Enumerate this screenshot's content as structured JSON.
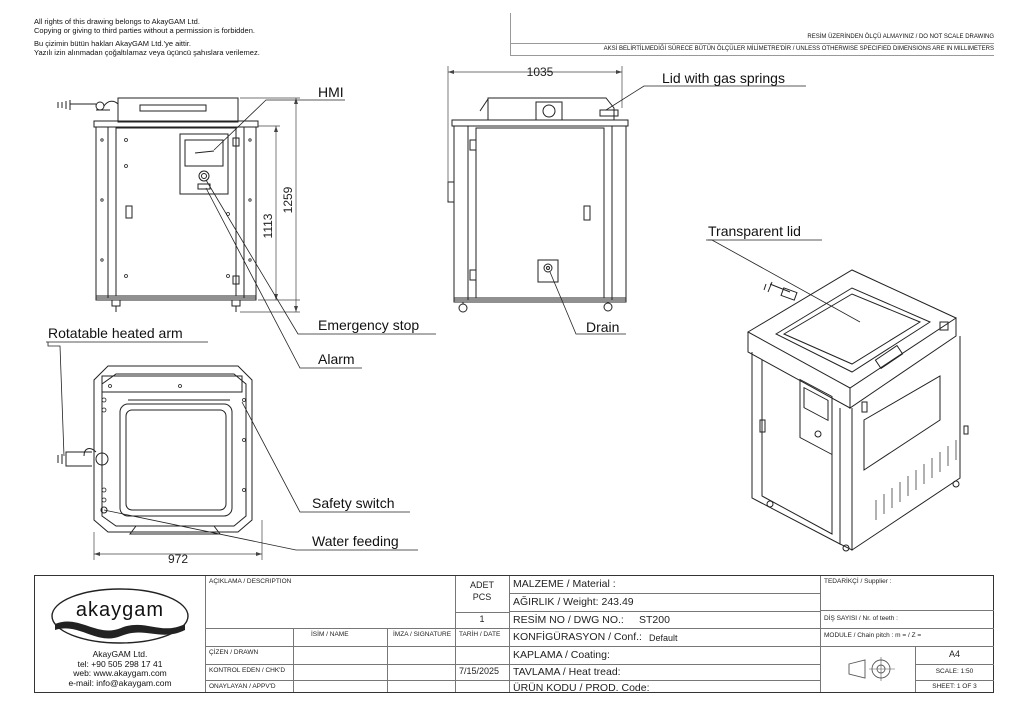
{
  "notices": {
    "en_1": "All rights of this drawing belongs to AkayGAM Ltd.",
    "en_2": "Copying or giving to third parties without a permission is forbidden.",
    "tr_1": "Bu çizimin bütün hakları AkayGAM Ltd.'ye aittir.",
    "tr_2": "Yazılı izin alınmadan çoğaltılamaz veya üçüncü şahıslara verilemez."
  },
  "header_right": {
    "scale_note": "RESİM ÜZERİNDEN ÖLÇÜ ALMAYINIZ / DO NOT SCALE DRAWING",
    "units_note": "AKSİ BELİRTİLMEDİĞİ SÜRECE BÜTÜN ÖLÇÜLER MİLİMETRE'DİR / UNLESS OTHERWISE SPECIFIED DIMENSIONS ARE IN MILLIMETERS"
  },
  "callouts": {
    "hmi": "HMI",
    "emergency_stop": "Emergency stop",
    "alarm": "Alarm",
    "lid_gas_springs": "Lid with gas springs",
    "drain": "Drain",
    "transparent_lid": "Transparent lid",
    "rotatable_arm": "Rotatable heated arm",
    "safety_switch": "Safety switch",
    "water_feeding": "Water feeding"
  },
  "dimensions": {
    "height_body": "1113",
    "height_total": "1259",
    "depth": "1035",
    "width": "972"
  },
  "title_block": {
    "company": {
      "logo_text": "akaygam",
      "name": "AkayGAM Ltd.",
      "tel": "tel: +90 505 298 17 41",
      "web": "web: www.akaygam.com",
      "email": "e-mail: info@akaygam.com"
    },
    "description_label": "AÇIKLAMA / DESCRIPTION",
    "qty_label_1": "ADET",
    "qty_label_2": "PCS",
    "qty_value": "1",
    "material_label": "MALZEME / Material :",
    "weight_label": "AĞIRLIK / Weight: 243.49",
    "dwg_label": "RESİM NO / DWG NO.:",
    "dwg_value": "ST200",
    "conf_label": "KONFİGÜRASYON / Conf.:",
    "conf_value": "Default",
    "coating_label": "KAPLAMA / Coating:",
    "heat_label": "TAVLAMA / Heat tread:",
    "prod_label": "ÜRÜN KODU / PROD. Code:",
    "name_col": "İSİM / NAME",
    "sign_col": "İMZA / SIGNATURE",
    "date_col": "TARİH / DATE",
    "drawn": "ÇİZEN / DRAWN",
    "checked": "KONTROL EDEN / CHK'D",
    "approved": "ONAYLAYAN / APPV'D",
    "date_value": "7/15/2025",
    "supplier_label": "TEDARİKÇİ / Supplier :",
    "teeth_label": "DİŞ SAYISI / Nr. of teeth :",
    "module_label": "MODULE / Chain pitch :  m =   / Z =",
    "paper": "A4",
    "scale": "SCALE: 1:50",
    "sheet": "SHEET: 1 OF 3"
  }
}
